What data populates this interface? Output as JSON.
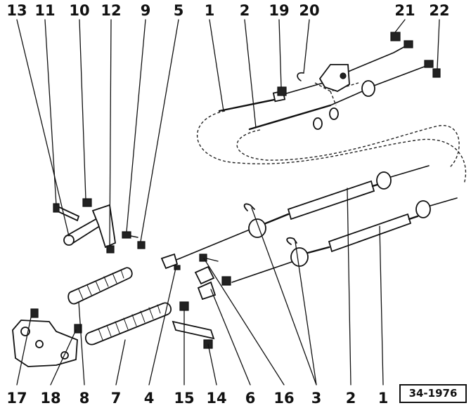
{
  "labels_top": [
    "13",
    "11",
    "10",
    "12",
    "9",
    "5",
    "1",
    "2",
    "19",
    "20",
    "21",
    "22"
  ],
  "labels_bottom": [
    "17",
    "18",
    "8",
    "7",
    "4",
    "15",
    "14",
    "6",
    "16",
    "3",
    "2",
    "1"
  ],
  "reference": "34-1976"
}
